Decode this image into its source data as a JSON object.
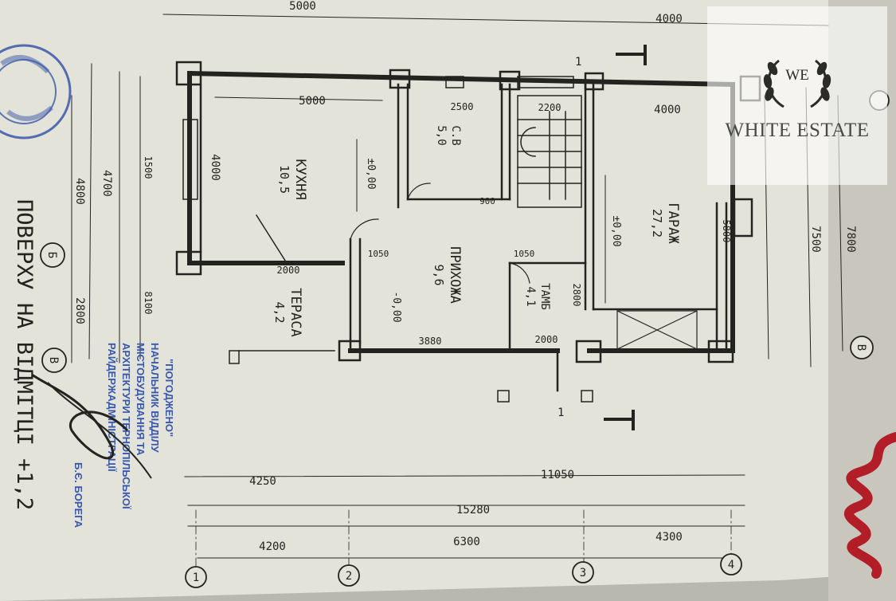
{
  "watermark": {
    "monogram": "WE",
    "brand": "WHITE ESTATE"
  },
  "rooms": {
    "kitchen": {
      "name": "КУХНЯ",
      "area": "10,5"
    },
    "wc": {
      "name": "С.В",
      "area": "5,0"
    },
    "hall": {
      "name": "ПРИХОЖА",
      "area": "9,6"
    },
    "terrace": {
      "name": "ТЕРАСА",
      "area": "4,2"
    },
    "vestibule": {
      "name": "ТАМБ",
      "area": "4,1"
    },
    "garage": {
      "name": "ГАРАЖ",
      "area": "27,2"
    }
  },
  "levels": {
    "floor": "±0,00",
    "kitchen": "±0,00",
    "terrace": "-0,00"
  },
  "dims": {
    "d5000top": "5000",
    "d4000top": "4000",
    "d5000in": "5000",
    "d4000in": "4000",
    "d2500": "2500",
    "d2200": "2200",
    "d2000": "2000",
    "d3880": "3880",
    "d2000b": "2000",
    "d4250": "4250",
    "d11050": "11050",
    "d15280": "15280",
    "d4200": "4200",
    "d6300": "6300",
    "d4300": "4300",
    "d4800": "4800",
    "d4700": "4700",
    "d2800a": "2800",
    "d8100": "8100",
    "d1500": "1500",
    "d2800r": "2800",
    "d7500": "7500",
    "d7800": "7800",
    "d5800": "5800",
    "d1050": "1050",
    "d1050b": "1050",
    "d900": "900"
  },
  "axes": {
    "a1": "1",
    "a2": "2",
    "a3": "3",
    "a4": "4",
    "b": "Б",
    "v": "В"
  },
  "title": "ПОВЕРХУ НА ВІДМІТЦІ +1,2",
  "stamp_text": {
    "l1": "\"ПОГОДЖЕНО\"",
    "l2": "НАЧАЛЬНИК ВІДДІЛУ",
    "l3": "МІСТОБУДУВАННЯ ТА",
    "l4": "АРХІТЕКТУРИ ТЕРНОПІЛЬСЬКОЇ",
    "l5": "РАЙДЕРЖАДМІНІСТРАЦІЇ",
    "l6": "Б.Є. БОРЕГА"
  },
  "section_marks": {
    "top": "1",
    "bottom": "1"
  },
  "colors": {
    "paper": "#e7e6dc",
    "ink": "#23231f",
    "stamp": "#3a57a8",
    "cord": "#b21d28"
  }
}
